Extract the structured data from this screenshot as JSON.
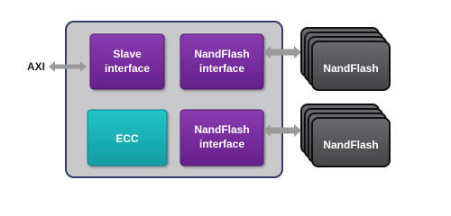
{
  "external": {
    "axi_label": "AXI"
  },
  "blocks": {
    "slave": {
      "line1": "Slave",
      "line2": "interface",
      "color": "#7a2a9e"
    },
    "nand_if_top": {
      "line1": "NandFlash",
      "line2": "interface",
      "color": "#7a2a9e"
    },
    "ecc": {
      "label": "ECC",
      "color": "#1ab3b8"
    },
    "nand_if_bottom": {
      "line1": "NandFlash",
      "line2": "interface",
      "color": "#7a2a9e"
    }
  },
  "devices": {
    "top_label": "NandFlash",
    "bottom_label": "NandFlash"
  },
  "colors": {
    "container_fill": "#c9c9cc",
    "container_border": "#2e3f6e",
    "arrow": "#9a9a9a",
    "device_fill": "#555558",
    "device_border": "#111111"
  }
}
